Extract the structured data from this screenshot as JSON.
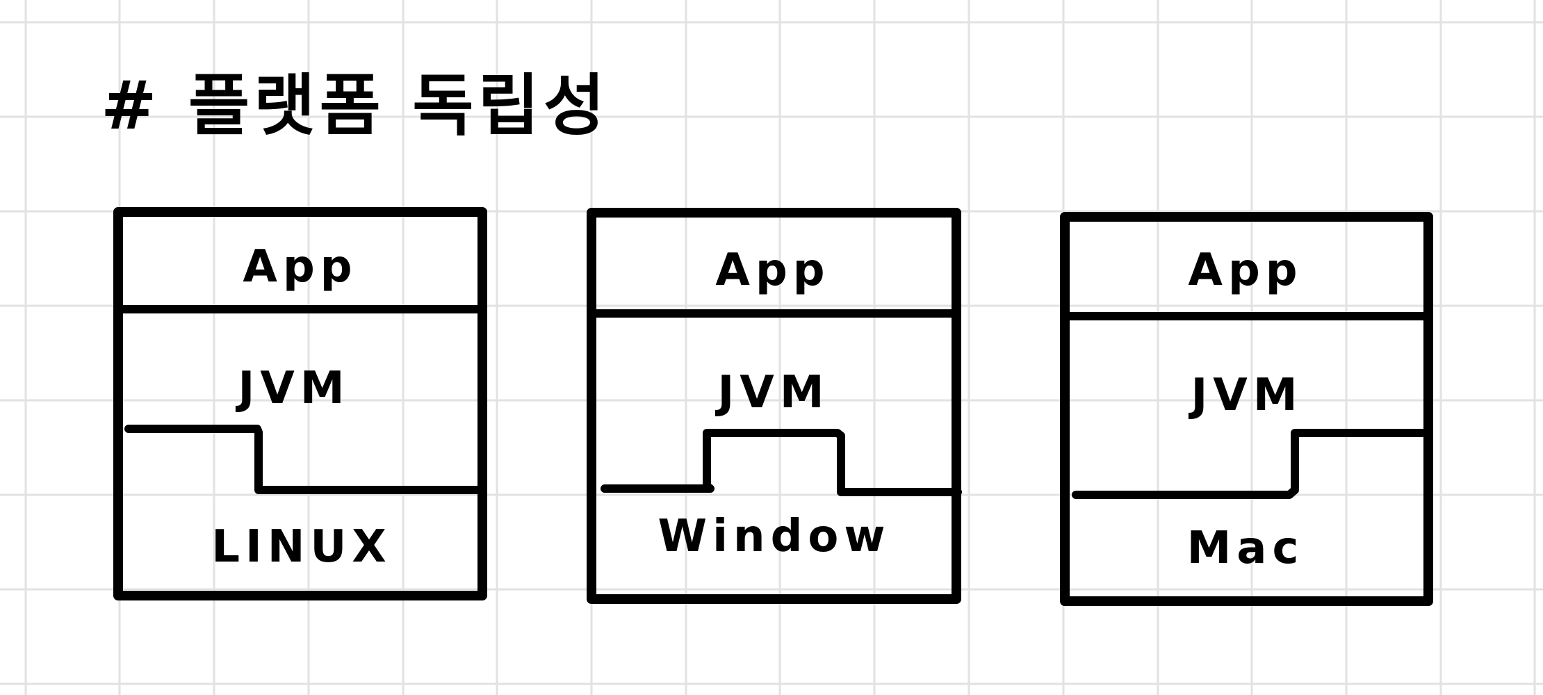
{
  "title": "# 플랫폼 독립성",
  "colors": {
    "background": "#ffffff",
    "grid": "#e2e2e2",
    "ink": "#000000"
  },
  "grid": true,
  "stacks": [
    {
      "app_label": "App",
      "jvm_label": "JVM",
      "os_label": "LINUX",
      "boundary_shape": "step-down"
    },
    {
      "app_label": "App",
      "jvm_label": "JVM",
      "os_label": "Window",
      "boundary_shape": "bump-up"
    },
    {
      "app_label": "App",
      "jvm_label": "JVM",
      "os_label": "Mac",
      "boundary_shape": "step-up"
    }
  ]
}
